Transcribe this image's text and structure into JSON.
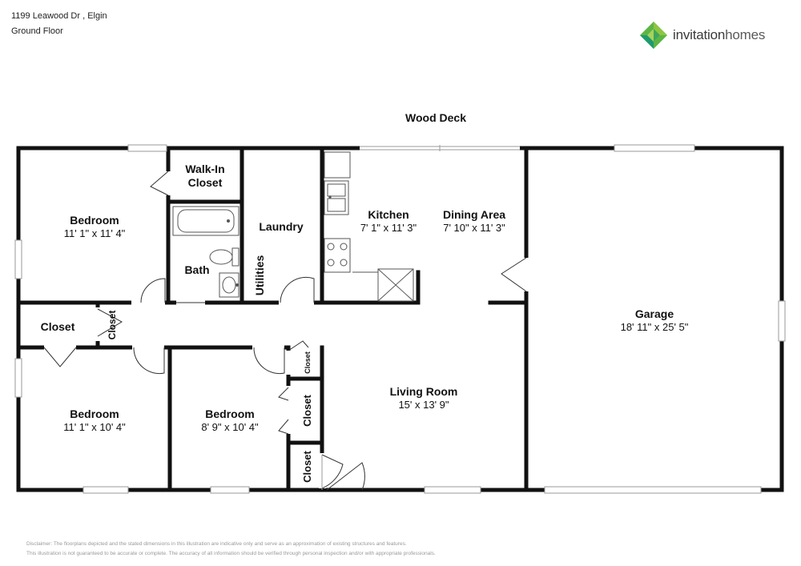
{
  "header": {
    "address": "1199 Leawood Dr , Elgin",
    "floor": "Ground Floor"
  },
  "logo": {
    "word1": "invitation",
    "word2": "homes",
    "icon": "green-diamond-logo-icon",
    "colors": [
      "#8dc63f",
      "#5db546",
      "#1f9a6f"
    ]
  },
  "colors": {
    "wall": "#111111",
    "fixture": "#555555",
    "background": "#ffffff"
  },
  "outside": {
    "label": "Wood Deck"
  },
  "rooms": {
    "bedroom_nw": {
      "name": "Bedroom",
      "dims": "11' 1\" x 11' 4\""
    },
    "walk_in_closet": {
      "line1": "Walk-In",
      "line2": "Closet"
    },
    "laundry": {
      "name": "Laundry"
    },
    "utilities": {
      "name": "Utilities"
    },
    "bath": {
      "name": "Bath"
    },
    "kitchen": {
      "name": "Kitchen",
      "dims": "7' 1\" x 11' 3\""
    },
    "dining": {
      "name": "Dining Area",
      "dims": "7' 10\" x 11' 3\""
    },
    "garage": {
      "name": "Garage",
      "dims": "18' 11\" x 25' 5\""
    },
    "hall_closet": {
      "name": "Closet"
    },
    "hall_closet_small": {
      "name": "Closet"
    },
    "bedroom_sw": {
      "name": "Bedroom",
      "dims": "11' 1\" x 10' 4\""
    },
    "bedroom_s": {
      "name": "Bedroom",
      "dims": "8' 9\" x 10' 4\""
    },
    "closet_a": {
      "name": "Closet"
    },
    "closet_b": {
      "name": "Closet"
    },
    "closet_c": {
      "name": "Closet"
    },
    "living": {
      "name": "Living Room",
      "dims": "15' x 13' 9\""
    }
  },
  "disclaimer": {
    "line1": "Disclaimer: The floorplans depicted and the stated dimensions in this illustration are indicative only and serve as an approximation of existing structures and features.",
    "line2": "This illustration is not guaranteed to be accurate or complete. The accuracy of all information should be verified through personal inspection and/or with appropriate professionals."
  }
}
